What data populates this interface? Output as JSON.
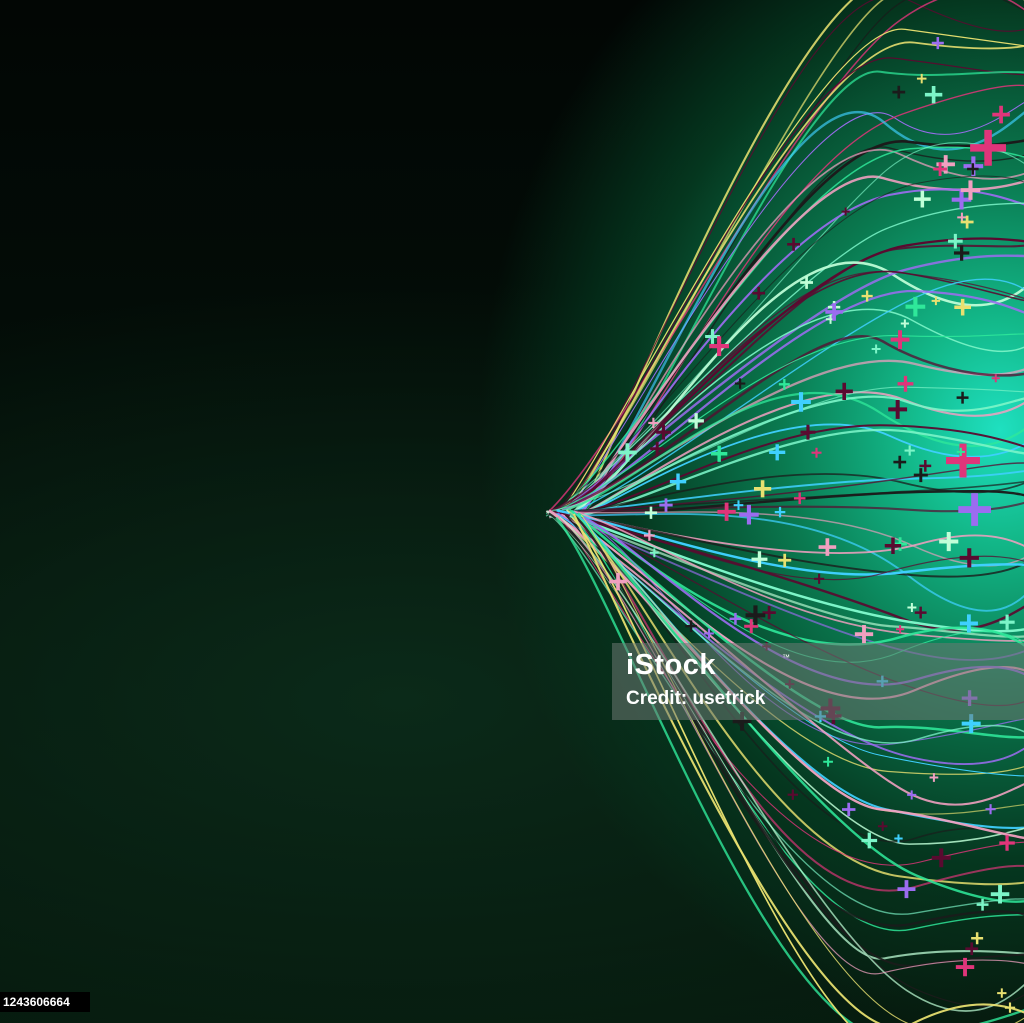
{
  "watermark": {
    "brand": "iStock",
    "trademark": "™",
    "credit": "Credit: usetrick"
  },
  "stock_id": "1243606664",
  "colors": {
    "background": "#020604",
    "glow": "#1fe0c0",
    "strands": [
      "#2fe89a",
      "#7cf5c8",
      "#e0357a",
      "#1b1b1b",
      "#9b6cf0",
      "#e8e070",
      "#3fd0ff",
      "#c0ffd8",
      "#5a0a30",
      "#f0a0c0"
    ]
  }
}
